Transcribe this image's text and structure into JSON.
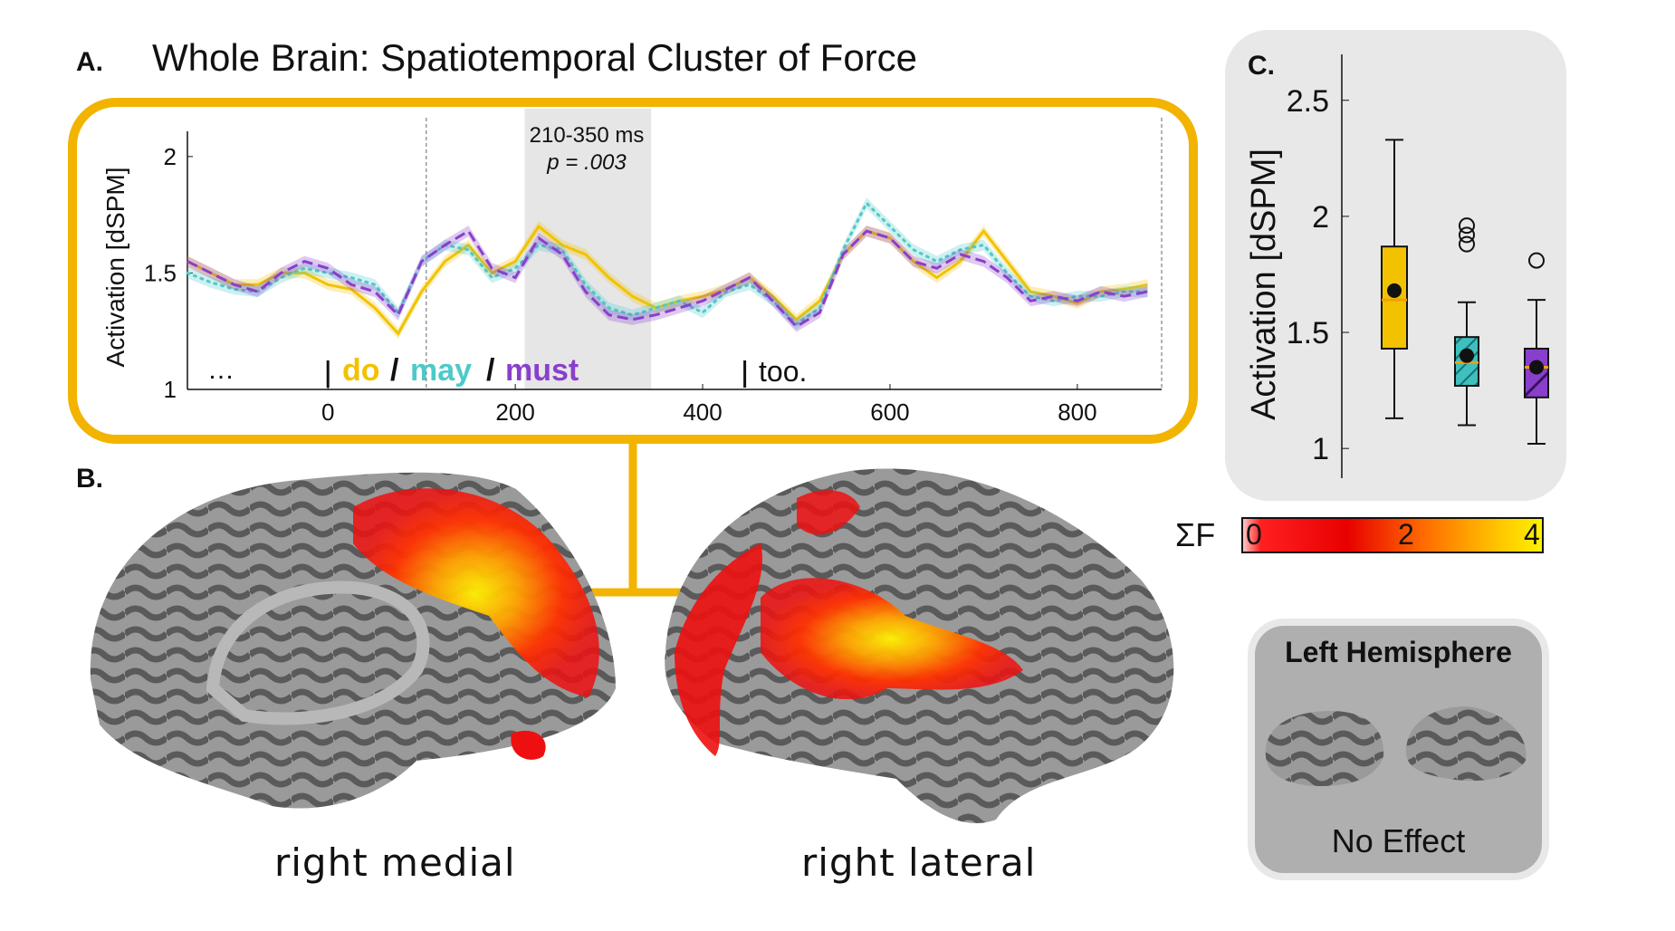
{
  "panel_a": {
    "label": "A.",
    "title": "Whole Brain: Spatiotemporal Cluster of Force",
    "window_text": "210-350 ms",
    "p_text": "p = .003",
    "sentence": {
      "ellipsis": "…",
      "do": "do",
      "slash1": "/",
      "may": "may",
      "slash2": "/",
      "must": "must",
      "too": "too."
    }
  },
  "panel_b": {
    "label": "B.",
    "caption_medial": "right medial",
    "caption_lateral": "right lateral"
  },
  "panel_c": {
    "label": "C."
  },
  "colorbar": {
    "label": "ΣF",
    "ticks": [
      "0",
      "2",
      "4"
    ]
  },
  "left_hemisphere": {
    "title": "Left Hemisphere",
    "result": "No Effect"
  },
  "colors": {
    "do": "#F2C200",
    "may": "#4DC9C9",
    "must": "#8A3FCC",
    "frame": "#F2B400",
    "panel_bg": "#E8E8E8"
  },
  "chart_data": [
    {
      "type": "line",
      "ylabel": "Activation [dSPM]",
      "xlim": [
        -150,
        890
      ],
      "ylim": [
        1,
        2.05
      ],
      "xticks": [
        "0",
        "200",
        "400",
        "600",
        "800"
      ],
      "yticks": [
        "1",
        "1.5",
        "2"
      ],
      "shaded_window": [
        210,
        345
      ],
      "vlines": [
        105,
        890
      ],
      "x": [
        -150,
        -125,
        -100,
        -75,
        -50,
        -25,
        0,
        25,
        50,
        75,
        100,
        125,
        150,
        175,
        200,
        225,
        250,
        275,
        300,
        325,
        350,
        375,
        400,
        425,
        450,
        475,
        500,
        525,
        550,
        575,
        600,
        625,
        650,
        675,
        700,
        725,
        750,
        775,
        800,
        825,
        850,
        875
      ],
      "series": [
        {
          "name": "do",
          "style": "solid",
          "values": [
            1.55,
            1.5,
            1.45,
            1.45,
            1.5,
            1.5,
            1.45,
            1.43,
            1.35,
            1.24,
            1.42,
            1.55,
            1.62,
            1.5,
            1.55,
            1.7,
            1.62,
            1.58,
            1.48,
            1.4,
            1.35,
            1.38,
            1.4,
            1.43,
            1.48,
            1.4,
            1.3,
            1.38,
            1.58,
            1.68,
            1.65,
            1.55,
            1.48,
            1.55,
            1.68,
            1.55,
            1.42,
            1.4,
            1.37,
            1.42,
            1.43,
            1.45
          ]
        },
        {
          "name": "may",
          "style": "dotted",
          "values": [
            1.5,
            1.46,
            1.43,
            1.42,
            1.48,
            1.52,
            1.5,
            1.48,
            1.45,
            1.33,
            1.55,
            1.62,
            1.6,
            1.48,
            1.52,
            1.62,
            1.6,
            1.45,
            1.35,
            1.32,
            1.35,
            1.38,
            1.33,
            1.42,
            1.45,
            1.38,
            1.28,
            1.35,
            1.6,
            1.8,
            1.7,
            1.6,
            1.55,
            1.6,
            1.62,
            1.5,
            1.4,
            1.38,
            1.4,
            1.4,
            1.42,
            1.42
          ]
        },
        {
          "name": "must",
          "style": "dashed",
          "values": [
            1.55,
            1.5,
            1.45,
            1.42,
            1.5,
            1.55,
            1.52,
            1.45,
            1.42,
            1.32,
            1.55,
            1.62,
            1.68,
            1.52,
            1.48,
            1.65,
            1.58,
            1.42,
            1.32,
            1.3,
            1.32,
            1.35,
            1.38,
            1.43,
            1.48,
            1.38,
            1.27,
            1.33,
            1.58,
            1.68,
            1.65,
            1.55,
            1.52,
            1.58,
            1.55,
            1.48,
            1.38,
            1.4,
            1.38,
            1.42,
            1.4,
            1.42
          ]
        }
      ]
    },
    {
      "type": "box",
      "ylabel": "Activation [dSPM]",
      "ylim": [
        0.95,
        2.62
      ],
      "yticks": [
        "1",
        "1.5",
        "2",
        "2.5"
      ],
      "series": [
        {
          "name": "do",
          "min": 1.13,
          "q1": 1.43,
          "median": 1.64,
          "q3": 1.87,
          "max": 2.33,
          "mean": 1.68,
          "outliers": []
        },
        {
          "name": "may",
          "min": 1.1,
          "q1": 1.27,
          "median": 1.37,
          "q3": 1.48,
          "max": 1.63,
          "mean": 1.4,
          "outliers": [
            1.88,
            1.92,
            1.96
          ]
        },
        {
          "name": "must",
          "min": 1.02,
          "q1": 1.22,
          "median": 1.35,
          "q3": 1.43,
          "max": 1.64,
          "mean": 1.35,
          "outliers": [
            1.81
          ]
        }
      ]
    }
  ]
}
